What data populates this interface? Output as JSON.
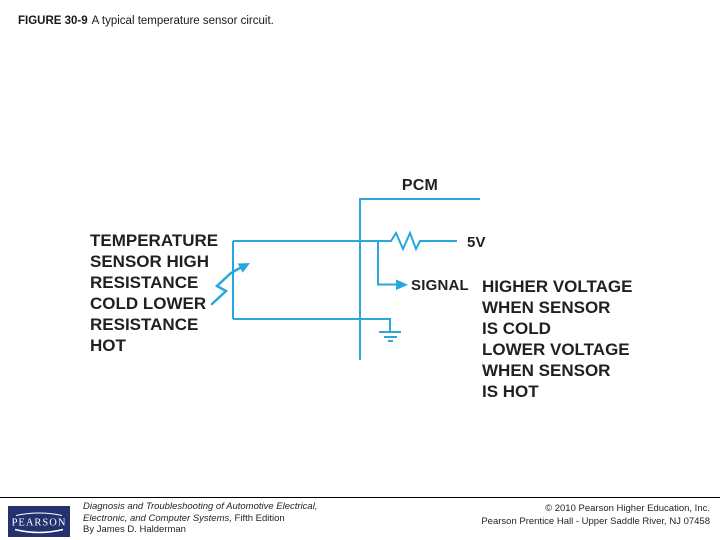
{
  "caption": {
    "figure_label": "FIGURE 30-9",
    "text": "A typical temperature sensor circuit."
  },
  "diagram": {
    "pcm_label": "PCM",
    "supply_label": "5V",
    "signal_label": "SIGNAL",
    "left_note_lines": [
      "TEMPERATURE",
      "SENSOR HIGH",
      "RESISTANCE",
      "COLD LOWER",
      "RESISTANCE",
      "HOT"
    ],
    "right_note_lines": [
      "HIGHER VOLTAGE",
      "WHEN SENSOR",
      "IS COLD",
      "LOWER VOLTAGE",
      "WHEN SENSOR",
      "IS HOT"
    ],
    "colors": {
      "wire": "#2aa7da",
      "label_text": "#231f20"
    }
  },
  "footer": {
    "logo_text": "PEARSON",
    "logo_bg": "#24316e",
    "book_title_line1": "Diagnosis and Troubleshooting of Automotive Electrical,",
    "book_title_line2_italic": "Electronic, and Computer Systems,",
    "book_title_line2_regular": " Fifth Edition",
    "book_author": "By James D. Halderman",
    "copyright_line1": "© 2010 Pearson Higher Education, Inc.",
    "copyright_line2": "Pearson Prentice Hall - Upper Saddle River, NJ 07458"
  }
}
